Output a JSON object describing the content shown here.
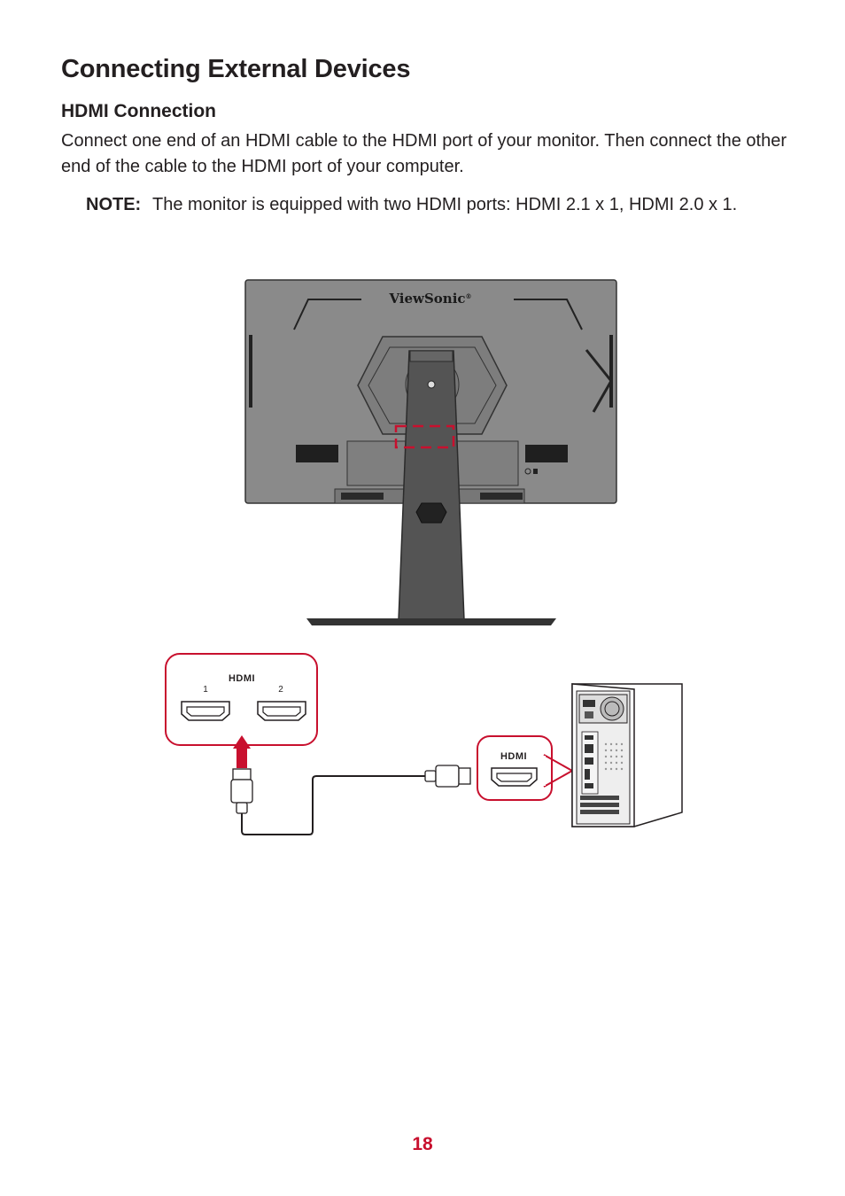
{
  "page": {
    "title": "Connecting External Devices",
    "section_title": "HDMI Connection",
    "body": "Connect one end of an HDMI cable to the HDMI port of your monitor. Then connect the other end of the cable to the HDMI port of your computer.",
    "note_label": "NOTE:",
    "note_text": "The monitor is equipped with two HDMI ports: HDMI 2.1 x 1, HDMI 2.0 x 1.",
    "page_number": "18"
  },
  "diagram": {
    "brand": "ViewSonic",
    "brand_mark": "®",
    "monitor_port_logo": "HDMI",
    "port_1_label": "1",
    "port_2_label": "2",
    "computer_port_logo": "HDMI"
  },
  "colors": {
    "accent_red": "#c8102e",
    "monitor_gray": "#8a8a8a",
    "stand_dark": "#555555"
  }
}
